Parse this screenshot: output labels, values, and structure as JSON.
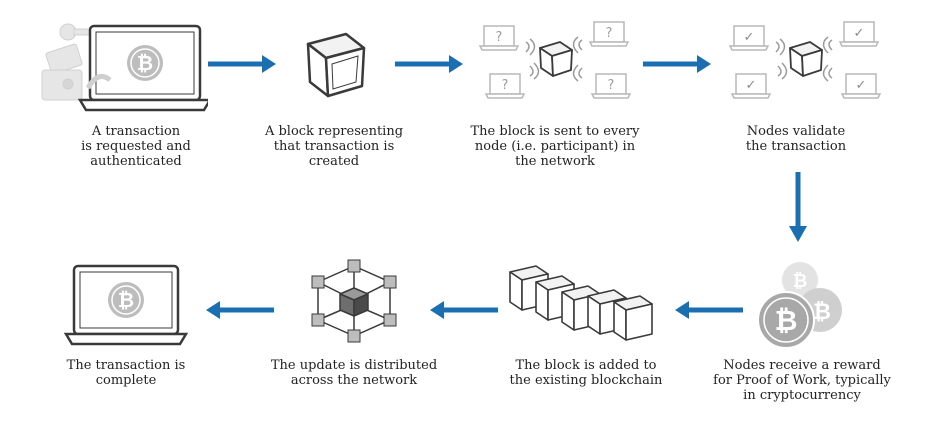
{
  "steps": [
    {
      "id": 1,
      "caption": "A transaction\nis requested and\nauthenticated",
      "icon": "laptop-with-bitcoin-and-payments-icon"
    },
    {
      "id": 2,
      "caption": "A block representing\nthat transaction is\ncreated",
      "icon": "block-cube-icon"
    },
    {
      "id": 3,
      "caption": "The block is sent to every\nnode (i.e. participant) in\nthe network",
      "icon": "block-broadcast-to-nodes-icon",
      "node_mark": "?"
    },
    {
      "id": 4,
      "caption": "Nodes validate\nthe transaction",
      "icon": "nodes-validating-icon",
      "node_mark": "✓"
    },
    {
      "id": 5,
      "caption": "Nodes receive a reward\nfor Proof of Work, typically\nin cryptocurrency",
      "icon": "bitcoin-coins-icon"
    },
    {
      "id": 6,
      "caption": "The block is added to\nthe existing blockchain",
      "icon": "blockchain-cubes-icon"
    },
    {
      "id": 7,
      "caption": "The update is distributed\nacross the network",
      "icon": "distributed-network-icon"
    },
    {
      "id": 8,
      "caption": "The transaction is\ncomplete",
      "icon": "laptop-with-bitcoin-icon"
    }
  ],
  "colors": {
    "arrow": "#1a6fb0",
    "icon_stroke": "#3a3a3a",
    "icon_light": "#e8e8e8",
    "icon_mid": "#bdbdbd",
    "coin": "#b0b0b0"
  },
  "bitcoin_symbol": "₿"
}
